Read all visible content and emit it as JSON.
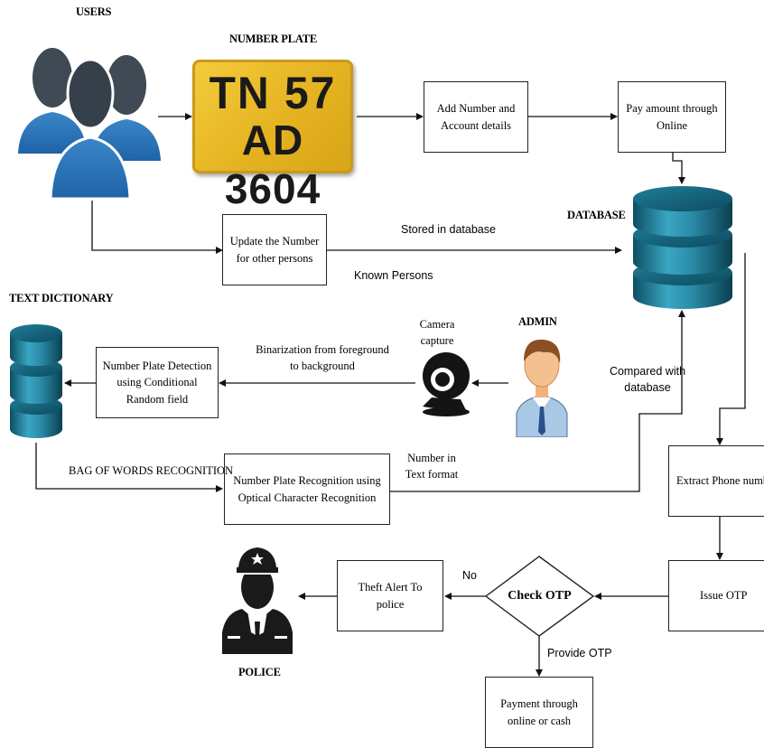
{
  "headings": {
    "users": "USERS",
    "number_plate": "NUMBER PLATE",
    "database": "DATABASE",
    "text_dictionary": "TEXT DICTIONARY",
    "admin": "ADMIN",
    "police": "POLICE"
  },
  "plate": {
    "line1": "TN 57",
    "line2": "AD 3604"
  },
  "boxes": {
    "add_number": "Add Number and Account details",
    "pay_online": "Pay amount through Online",
    "update_number": "Update the Number for other persons",
    "plate_detection": "Number Plate Detection using Conditional Random field",
    "plate_recognition": "Number Plate Recognition using Optical Character Recognition",
    "extract_phone": "Extract Phone number",
    "issue_otp": "Issue OTP",
    "theft_alert": "Theft Alert To police",
    "payment": "Payment through online or cash",
    "check_otp": "Check OTP"
  },
  "labels": {
    "stored": "Stored in database",
    "known": "Known Persons",
    "binarization": "Binarization from foreground to background",
    "camera": "Camera capture",
    "compared": "Compared with database",
    "bag_of_words": "BAG OF WORDS RECOGNITION",
    "number_text": "Number in Text format",
    "no": "No",
    "provide_otp": "Provide OTP"
  }
}
